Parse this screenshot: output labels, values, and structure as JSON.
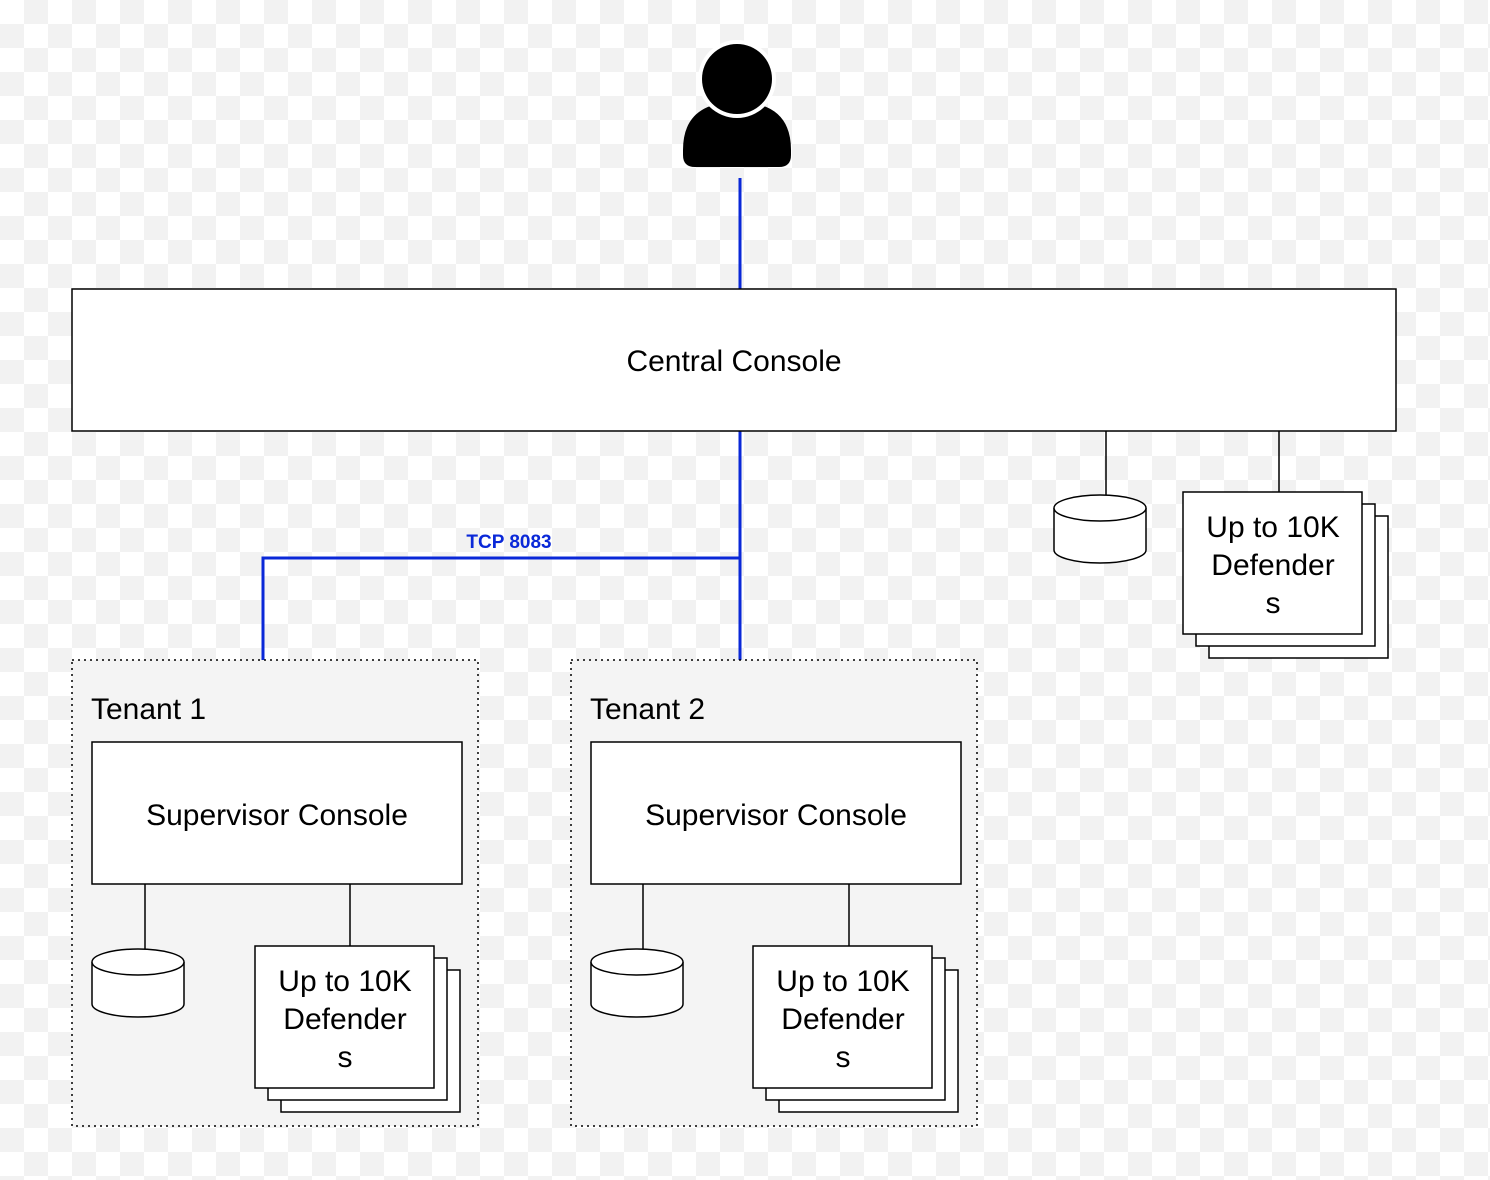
{
  "central_console": {
    "label": "Central Console"
  },
  "link": {
    "label": "TCP 8083"
  },
  "central_defenders": {
    "lines": [
      "Up to 10K",
      "Defender",
      "s"
    ]
  },
  "tenants": [
    {
      "title": "Tenant 1",
      "supervisor_label": "Supervisor Console",
      "defenders_lines": [
        "Up to 10K",
        "Defender",
        "s"
      ]
    },
    {
      "title": "Tenant 2",
      "supervisor_label": "Supervisor Console",
      "defenders_lines": [
        "Up to 10K",
        "Defender",
        "s"
      ]
    }
  ],
  "colors": {
    "link": "#0a28d8",
    "stroke": "#000000",
    "tenant_fill": "#f4f4f4"
  },
  "icons": {
    "user": "user-icon",
    "database": "database-icon"
  }
}
